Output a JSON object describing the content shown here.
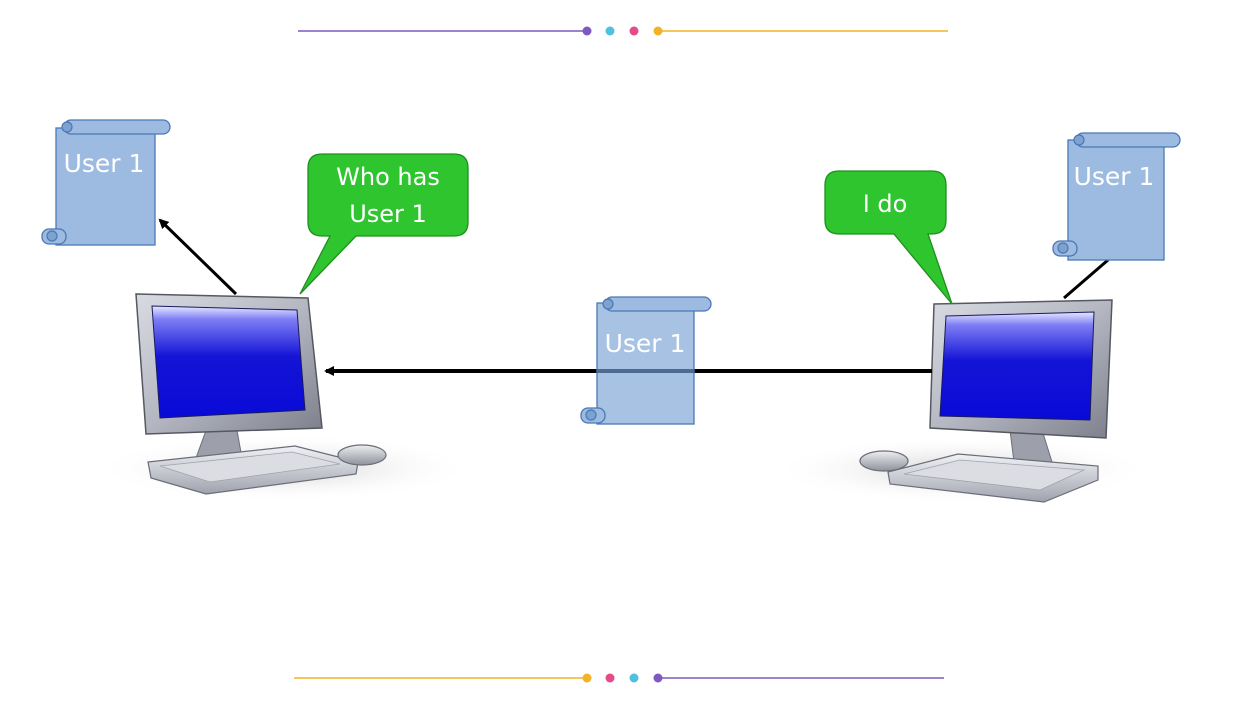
{
  "scrolls": {
    "left": "User 1",
    "center": "User 1",
    "right": "User 1"
  },
  "bubbles": {
    "left": {
      "line1": "Who has",
      "line2": "User 1"
    },
    "right": {
      "line1": "I do"
    }
  },
  "colors": {
    "scroll_fill": "#9dbbe0",
    "scroll_stroke": "#4a78b5",
    "bubble_fill": "#2ec52e",
    "bubble_stroke": "#1e8f1e",
    "deco_purple": "#7f58c1",
    "deco_cyan": "#4fc0e0",
    "deco_pink": "#e54b8a",
    "deco_orange": "#f4b225"
  }
}
